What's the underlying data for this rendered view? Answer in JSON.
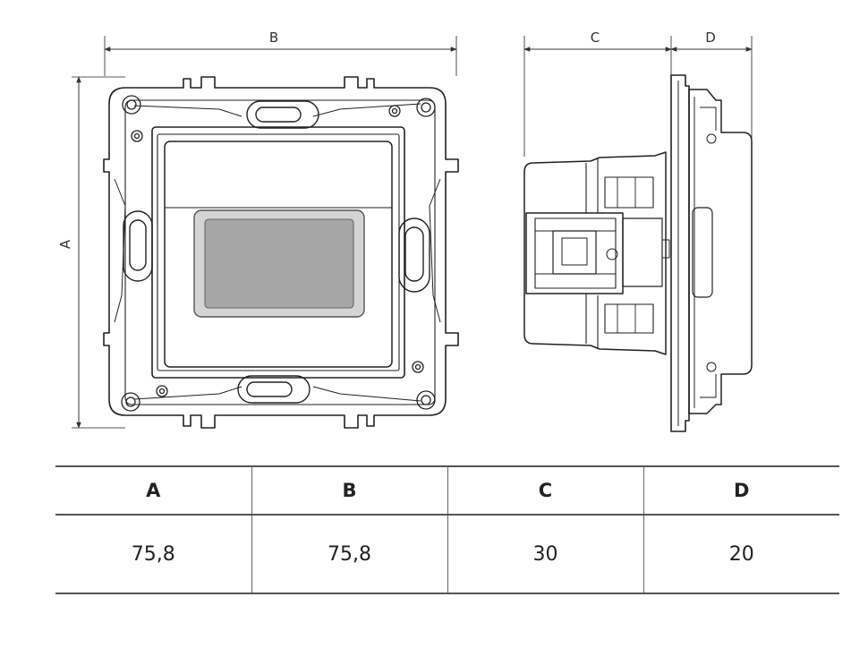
{
  "drawing": {
    "labels": {
      "a": "A",
      "b": "B",
      "c": "C",
      "d": "D"
    }
  },
  "table": {
    "headers": [
      "A",
      "B",
      "C",
      "D"
    ],
    "values": [
      "75,8",
      "75,8",
      "30",
      "20"
    ]
  }
}
